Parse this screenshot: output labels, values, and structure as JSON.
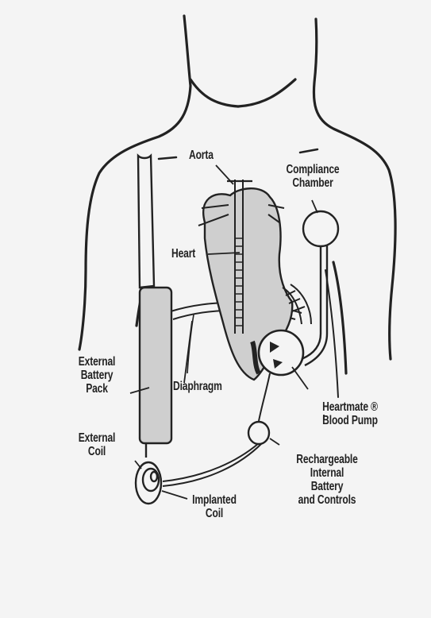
{
  "labels": {
    "aorta": "Aorta",
    "compliance_chamber": [
      "Compliance",
      "Chamber"
    ],
    "heart": "Heart",
    "external_battery_pack": [
      "External",
      "Battery",
      "Pack"
    ],
    "diaphragm": "Diaphragm",
    "heartmate_blood_pump": [
      "Heartmate ®",
      "Blood Pump"
    ],
    "external_coil": [
      "External",
      "Coil"
    ],
    "rechargeable_battery": [
      "Rechargeable",
      "Internal",
      "Battery",
      "and Controls"
    ],
    "implanted_coil": [
      "Implanted",
      "Coil"
    ]
  },
  "colors": {
    "ink": "#222222",
    "shade": "#cfcfcf",
    "paper": "#f4f4f4"
  }
}
